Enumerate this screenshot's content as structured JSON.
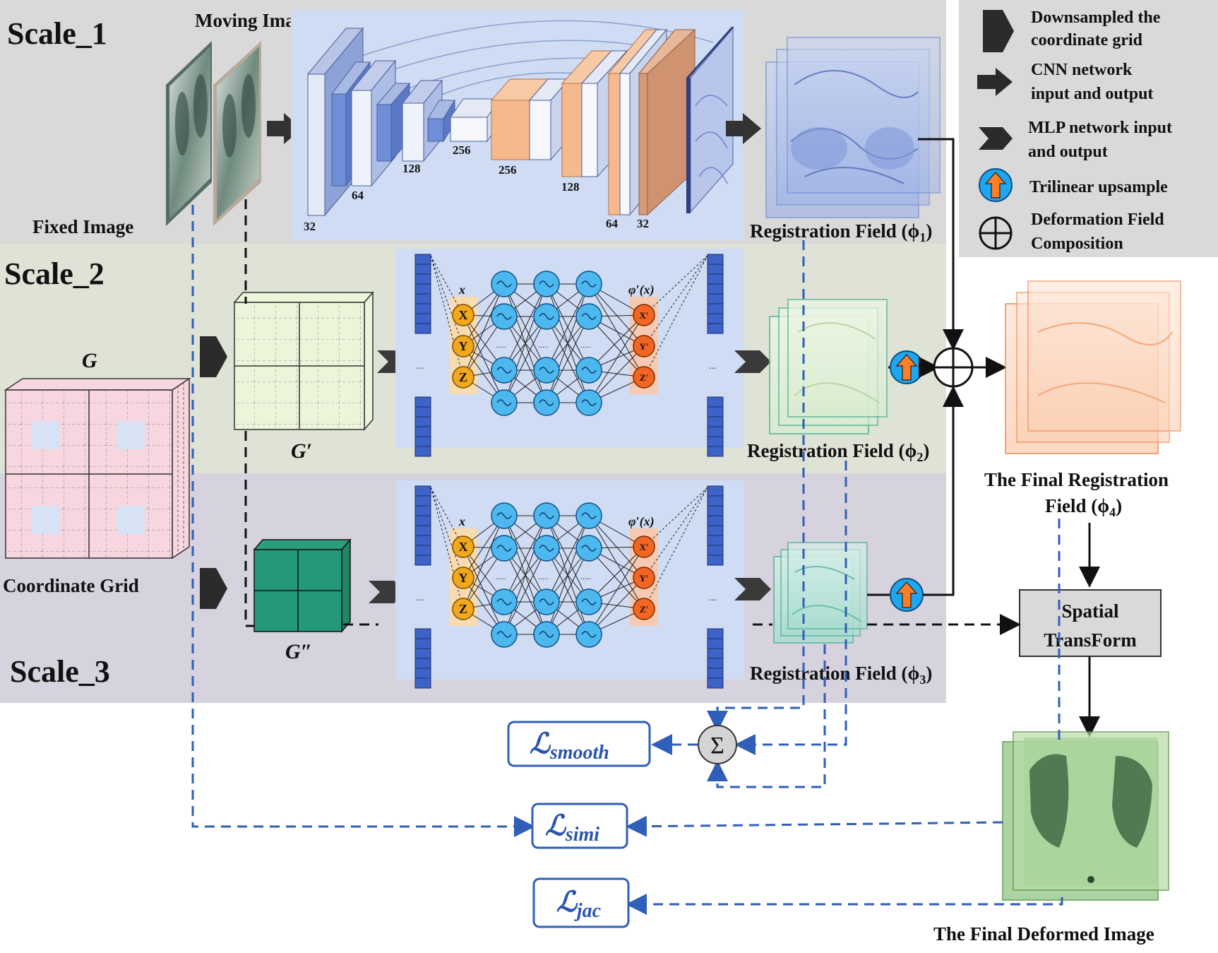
{
  "scales": {
    "scale1": "Scale_1",
    "scale2": "Scale_2",
    "scale3": "Scale_3"
  },
  "inputs": {
    "moving_image": "Moving Image",
    "fixed_image": "Fixed Image"
  },
  "unet_channels": [
    "32",
    "64",
    "128",
    "256",
    "256",
    "128",
    "64",
    "32"
  ],
  "grids": {
    "g": "G",
    "g_prime": "G′",
    "g_double_prime": "G″",
    "coordinate_grid": "Coordinate Grid"
  },
  "mlp": {
    "input_label": "x",
    "output_label": "φ′(x)",
    "inputs": [
      "X",
      "Y",
      "Z"
    ],
    "outputs": [
      "X′",
      "Y′",
      "Z′"
    ],
    "ellipsis": "....."
  },
  "fields": {
    "phi1": "Registration Field (ϕ1)",
    "phi1_main": "Registration Field (ϕ",
    "phi1_sub": "1",
    "phi2_main": "Registration Field (ϕ",
    "phi2_sub": "2",
    "phi3_main": "Registration Field (ϕ",
    "phi3_sub": "3",
    "close": ")",
    "final_line1": "The Final Registration",
    "final_line2_main": "Field (ϕ",
    "final_line2_sub": "4"
  },
  "spatial_transform": {
    "line1": "Spatial",
    "line2": "TransForm"
  },
  "final_deformed_image": "The Final Deformed Image",
  "sum_symbol": "Σ",
  "losses": {
    "smooth_main": "ℒ",
    "smooth_sub": "smooth",
    "simi_main": "ℒ",
    "simi_sub": "simi",
    "jac_main": "ℒ",
    "jac_sub": "jac"
  },
  "legend": {
    "downsample_1": "Downsampled the",
    "downsample_2": "coordinate grid",
    "cnn_1": "CNN network",
    "cnn_2": "input and output",
    "mlp_1": "MLP network input",
    "mlp_2": "and output",
    "trilinear": "Trilinear upsample",
    "composition_1": "Deformation Field",
    "composition_2": "Composition"
  },
  "colors": {
    "scale1_bg": "#d9d9d9",
    "scale2_bg": "#dfe3d6",
    "scale3_bg": "#d7d3de",
    "panel_bg": "#cfdcf3",
    "loss_blue": "#2f5fb8",
    "upsample_orange": "#ff7f27",
    "upsample_blue": "#1ea7f0",
    "node_blue": "#4db8ef",
    "node_yellow": "#f2a81d",
    "node_orange": "#f26522",
    "unet_blue": "#8fa7d8",
    "unet_orange": "#f5b58a"
  }
}
